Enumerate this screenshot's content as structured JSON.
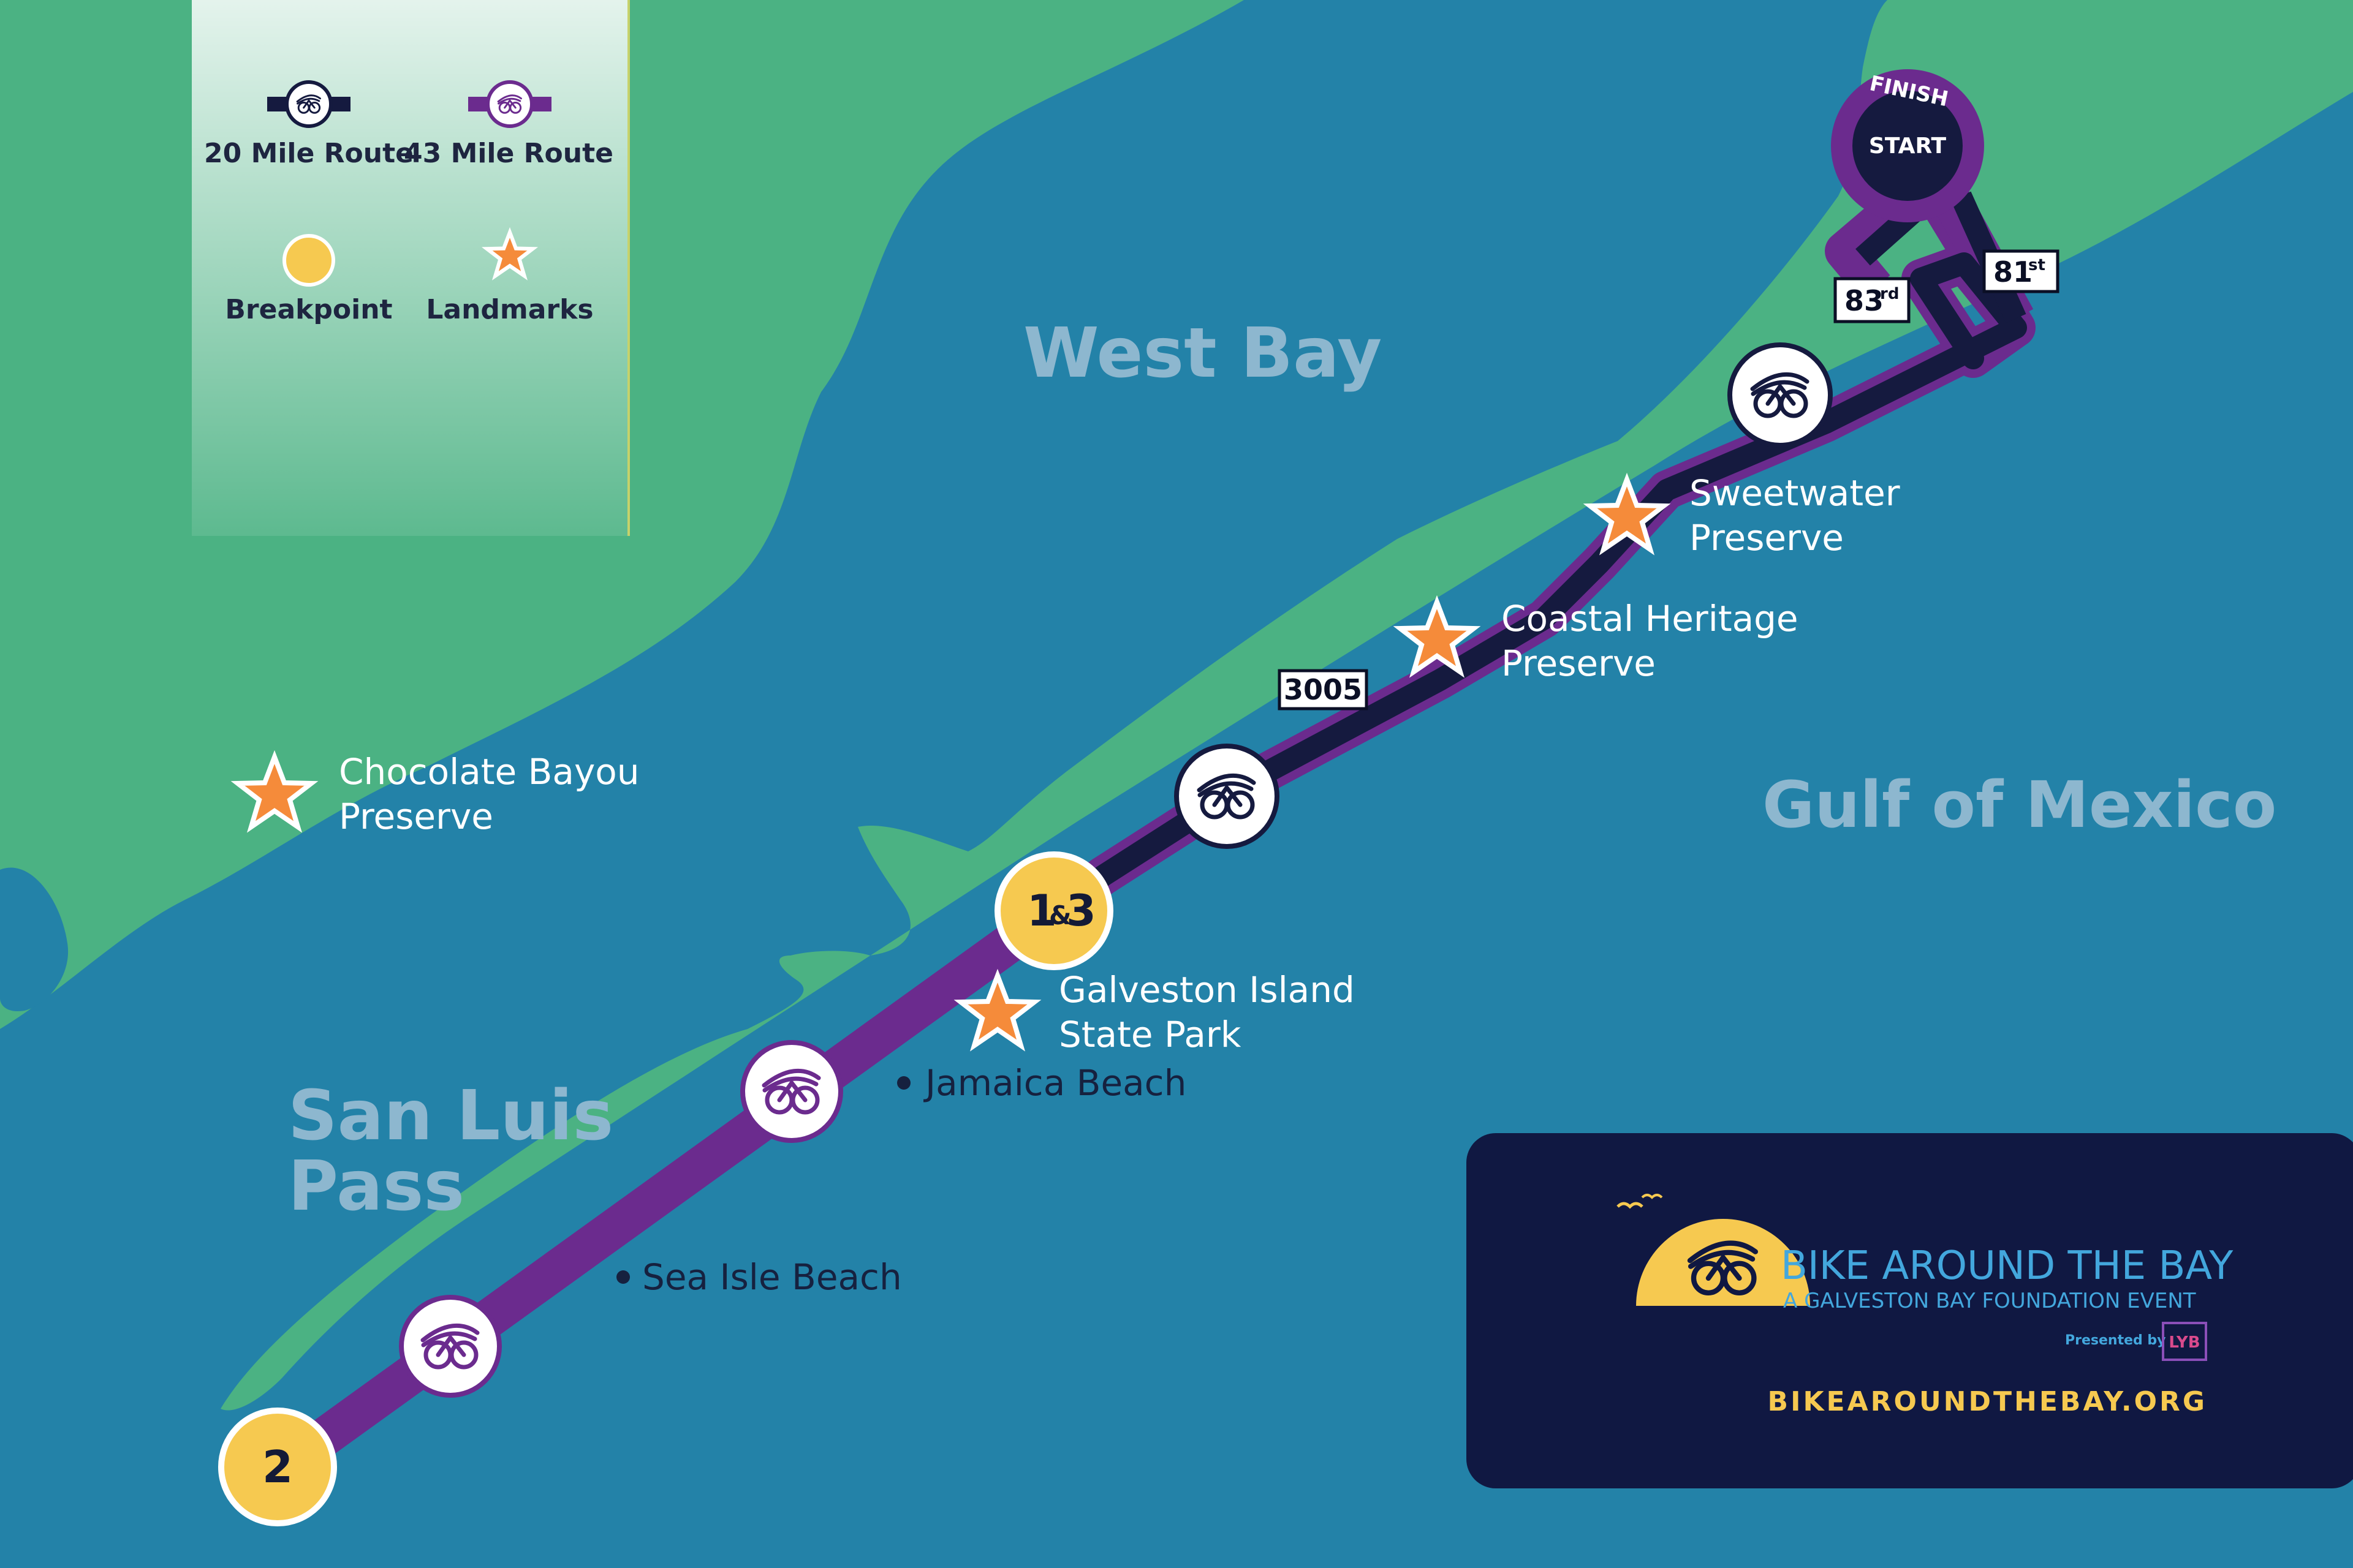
{
  "legend": {
    "route_20_label": "20 Mile Route",
    "route_43_label": "43 Mile Route",
    "breakpoint_label": "Breakpoint",
    "landmarks_label": "Landmarks"
  },
  "water": {
    "west_bay": "West Bay",
    "gulf": "Gulf of Mexico",
    "pass_line1": "San Luis",
    "pass_line2": "Pass"
  },
  "landmarks": [
    {
      "line1": "Sweetwater",
      "line2": "Preserve"
    },
    {
      "line1": "Coastal Heritage",
      "line2": "Preserve"
    },
    {
      "line1": "Chocolate Bayou",
      "line2": "Preserve"
    },
    {
      "line1": "Galveston Island",
      "line2": "State Park"
    }
  ],
  "towns": [
    "Jamaica Beach",
    "Sea Isle Beach"
  ],
  "breakpoints": [
    {
      "main": "1",
      "amp": "&",
      "main2": "3"
    },
    {
      "main": "2"
    }
  ],
  "road_signs": {
    "fm": "3005",
    "st83": "83",
    "st83_sup": "rd",
    "st81": "81",
    "st81_sup": "st"
  },
  "start": {
    "finish": "FINISH",
    "start": "START"
  },
  "brand": {
    "title": "BIKE AROUND THE BAY",
    "subtitle": "A GALVESTON BAY FOUNDATION EVENT",
    "presented_by": "Presented by",
    "sponsor": "LYB",
    "url": "BIKEAROUNDTHEBAY.ORG"
  },
  "colors": {
    "water": "#2382a8",
    "land": "#4bb283",
    "route_20": "#151a3f",
    "route_43": "#6b2b8e",
    "breakpoint": "#f6c950",
    "landmark": "#f58b3a"
  },
  "icons": [
    "bicycle-icon",
    "star-icon",
    "breakpoint-icon"
  ]
}
